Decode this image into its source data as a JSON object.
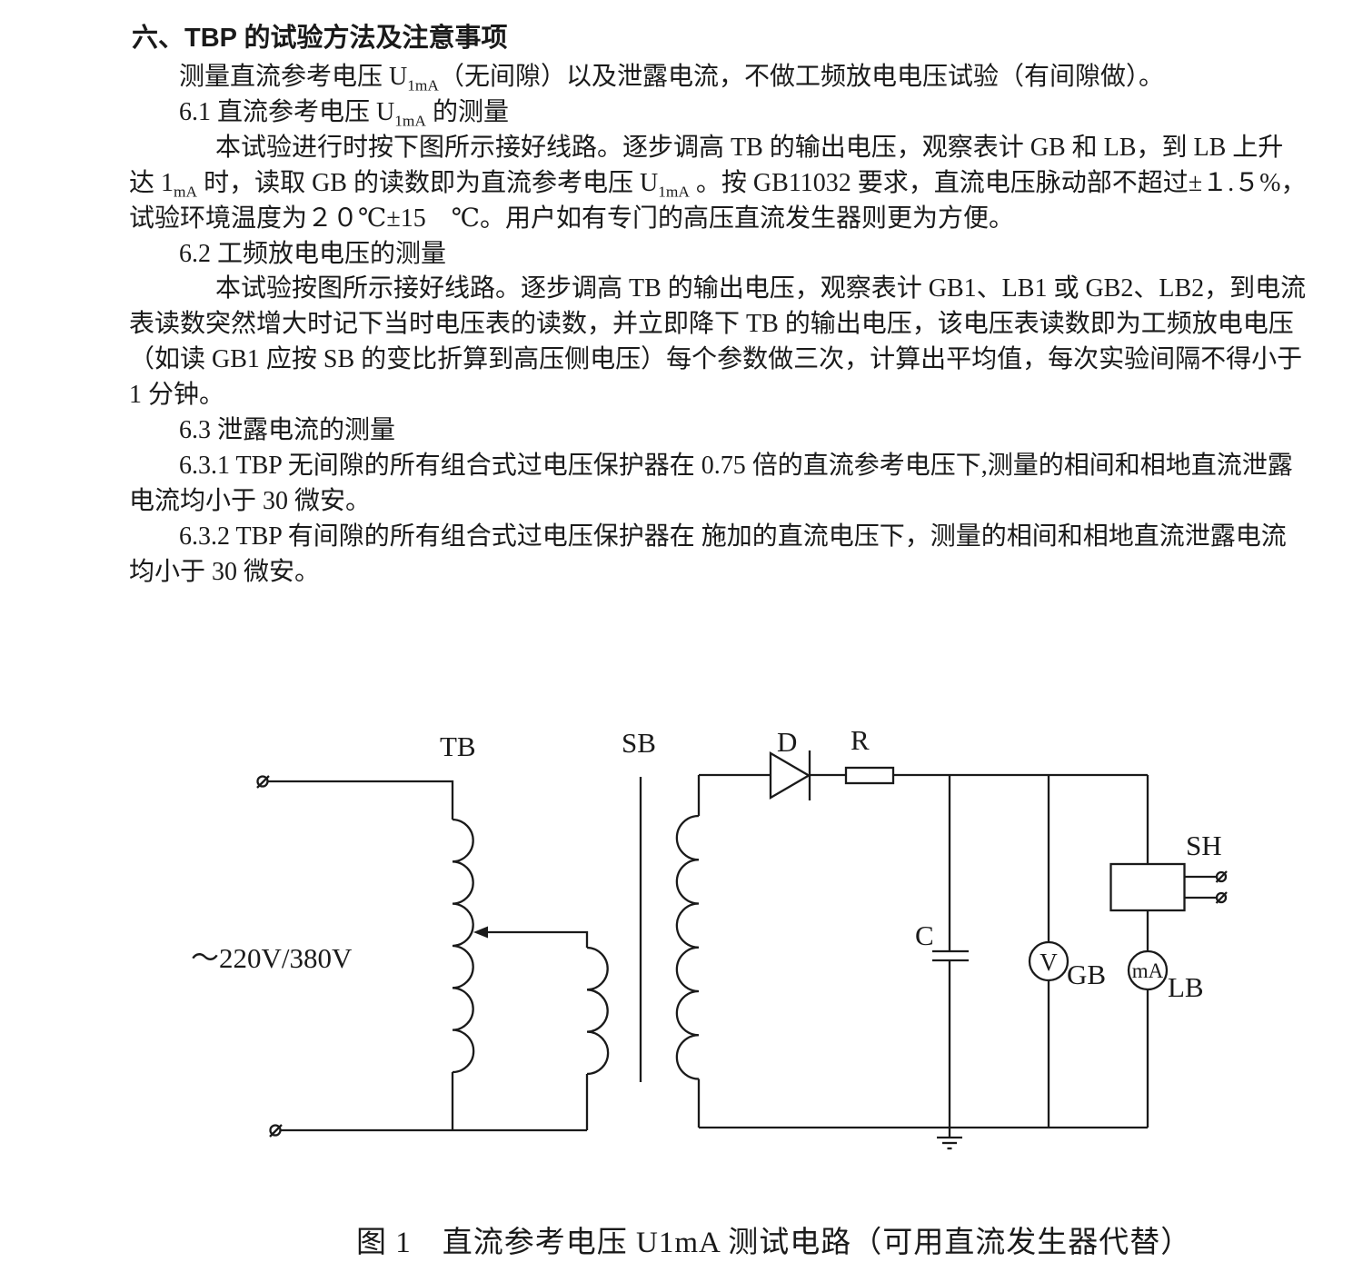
{
  "colors": {
    "page_bg": "#ffffff",
    "ink": "#1a1a1a"
  },
  "document": {
    "title": "六、TBP 的试验方法及注意事项",
    "body_lines": [
      {
        "indent": 55,
        "segments": [
          {
            "text": "测量直流参考电压 U"
          },
          {
            "text": "1mA",
            "sub": true
          },
          {
            "text": "（无间隙）以及泄露电流，不做工频放电电压试验（有间隙做）。"
          }
        ]
      },
      {
        "indent": 55,
        "segments": [
          {
            "text": "6.1 直流参考电压 U"
          },
          {
            "text": "1mA",
            "sub": true
          },
          {
            "text": " 的测量"
          }
        ]
      },
      {
        "indent": 95,
        "segments": [
          {
            "text": "本试验进行时按下图所示接好线路。逐步调高 TB 的输出电压，观察表计 GB 和 LB，到 LB 上升"
          }
        ]
      },
      {
        "indent": 0,
        "segments": [
          {
            "text": "达 1"
          },
          {
            "text": "mA",
            "sub": true
          },
          {
            "text": " 时，读取 GB 的读数即为直流参考电压 U"
          },
          {
            "text": "1mA",
            "sub": true
          },
          {
            "text": " 。按 GB11032 要求，直流电压脉动部不超过±１.５%，"
          }
        ]
      },
      {
        "indent": 0,
        "segments": [
          {
            "text": "试验环境温度为２０℃±15　℃。用户如有专门的高压直流发生器则更为方便。"
          }
        ]
      },
      {
        "indent": 55,
        "segments": [
          {
            "text": "6.2 工频放电电压的测量"
          }
        ]
      },
      {
        "indent": 95,
        "segments": [
          {
            "text": "本试验按图所示接好线路。逐步调高 TB 的输出电压，观察表计 GB1、LB1 或 GB2、LB2，到电流"
          }
        ]
      },
      {
        "indent": 0,
        "segments": [
          {
            "text": "表读数突然增大时记下当时电压表的读数，并立即降下 TB 的输出电压，该电压表读数即为工频放电电压"
          }
        ]
      },
      {
        "indent": 0,
        "segments": [
          {
            "text": "（如读 GB1 应按 SB 的变比折算到高压侧电压）每个参数做三次，计算出平均值，每次实验间隔不得小于"
          }
        ]
      },
      {
        "indent": 0,
        "segments": [
          {
            "text": "1 分钟。"
          }
        ]
      },
      {
        "indent": 55,
        "segments": [
          {
            "text": "6.3  泄露电流的测量"
          }
        ]
      },
      {
        "indent": 55,
        "segments": [
          {
            "text": "6.3.1 TBP 无间隙的所有组合式过电压保护器在 0.75 倍的直流参考电压下,测量的相间和相地直流泄露"
          }
        ]
      },
      {
        "indent": 0,
        "segments": [
          {
            "text": "电流均小于 30 微安。"
          }
        ]
      },
      {
        "indent": 55,
        "segments": [
          {
            "text": "6.3.2 TBP 有间隙的所有组合式过电压保护器在 施加的直流电压下，测量的相间和相地直流泄露电流"
          }
        ]
      },
      {
        "indent": 0,
        "segments": [
          {
            "text": "均小于 30 微安。"
          }
        ]
      }
    ],
    "caption": "图 1　直流参考电压 U1mA 测试电路（可用直流发生器代替）"
  },
  "figure": {
    "labels": {
      "tb": "TB",
      "sb": "SB",
      "diode": "D",
      "resistor": "R",
      "sh": "SH",
      "capacitor": "C",
      "gb": "GB",
      "lb": "LB",
      "voltmeter": "V",
      "milliammeter": "mA",
      "source": "～220V/380V"
    }
  }
}
